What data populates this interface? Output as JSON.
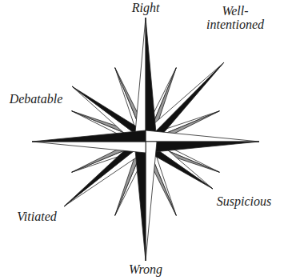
{
  "diagram": {
    "labels": [
      "Right",
      "Well-intentioned",
      "Debatable",
      "Suspicious",
      "Vitiated",
      "Wrong"
    ]
  }
}
